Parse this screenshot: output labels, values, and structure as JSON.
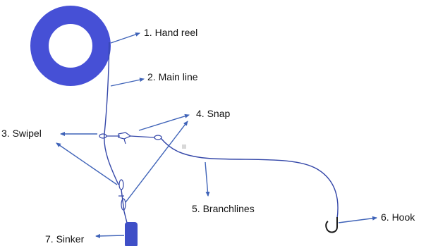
{
  "labels": {
    "hand_reel": "1. Hand reel",
    "main_line": "2. Main line",
    "swipel": "3. Swipel",
    "snap": "4. Snap",
    "branchlines": "5. Branchlines",
    "hook": "6. Hook",
    "sinker": "7.  Sinker"
  },
  "colors": {
    "reel": "#4650d6",
    "line": "#3346a8",
    "arrow": "#3f63b8",
    "sinker": "#3f4fc7"
  }
}
